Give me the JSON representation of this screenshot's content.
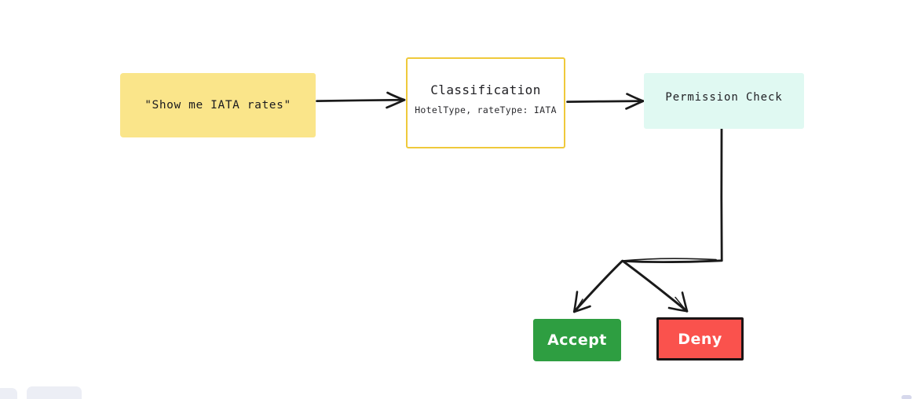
{
  "diagram": {
    "background_color": "#ffffff",
    "nodes": {
      "prompt": {
        "label": "\"Show me IATA rates\"",
        "fill": "#fae58a"
      },
      "classification": {
        "title": "Classification",
        "subtitle": "HotelType, rateType: IATA",
        "fill": "#ffffff",
        "stroke": "#efc93b"
      },
      "permission": {
        "label": "Permission Check",
        "fill": "#e0f9f2"
      },
      "accept": {
        "label": "Accept",
        "fill": "#2e9e41",
        "text_color": "#ffffff"
      },
      "deny": {
        "label": "Deny",
        "fill": "#fa524d",
        "stroke": "#1c1415",
        "text_color": "#ffffff"
      }
    },
    "edges": {
      "stroke": "#1a1a1a",
      "prompt_to_classification": "",
      "classification_to_permission": "",
      "permission_to_accept": "",
      "permission_to_deny": ""
    }
  }
}
